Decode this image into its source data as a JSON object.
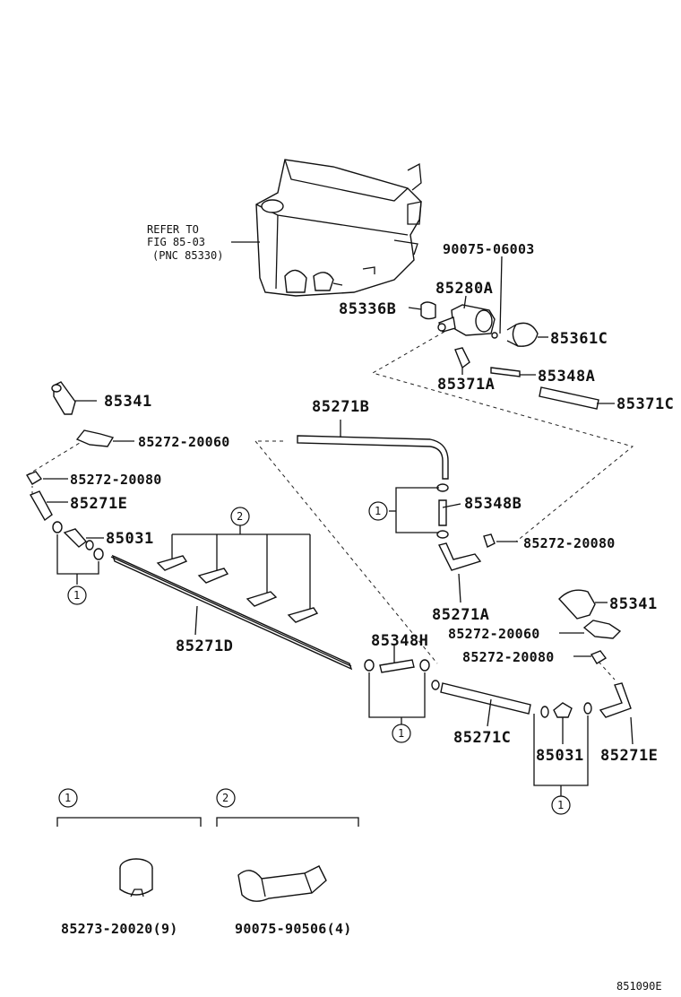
{
  "refer_note": {
    "line1": "REFER TO",
    "line2": "FIG 85-03",
    "line3": "(PNC 85330)"
  },
  "labels": {
    "p90075_06003": "90075-06003",
    "p85280A": "85280A",
    "p85336B": "85336B",
    "p85361C": "85361C",
    "p85371A": "85371A",
    "p85348A": "85348A",
    "p85371C": "85371C",
    "p85341_left": "85341",
    "p85271B": "85271B",
    "p85272_20060_left": "85272-20060",
    "p85272_20080_left": "85272-20080",
    "p85271E_left": "85271E",
    "p85031_left": "85031",
    "p85348B": "85348B",
    "p85272_20080_mid": "85272-20080",
    "p85271D": "85271D",
    "p85271A": "85271A",
    "p85341_right": "85341",
    "p85272_20060_right": "85272-20060",
    "p85348H": "85348H",
    "p85272_20080_right": "85272-20080",
    "p85271C": "85271C",
    "p85031_right": "85031",
    "p85271E_right": "85271E"
  },
  "callouts": {
    "one": "1",
    "two": "2"
  },
  "legend": {
    "group1_marker": "1",
    "group2_marker": "2",
    "group1_part": "85273-20020(9)",
    "group2_part": "90075-90506(4)"
  },
  "figure_code": "851090E"
}
